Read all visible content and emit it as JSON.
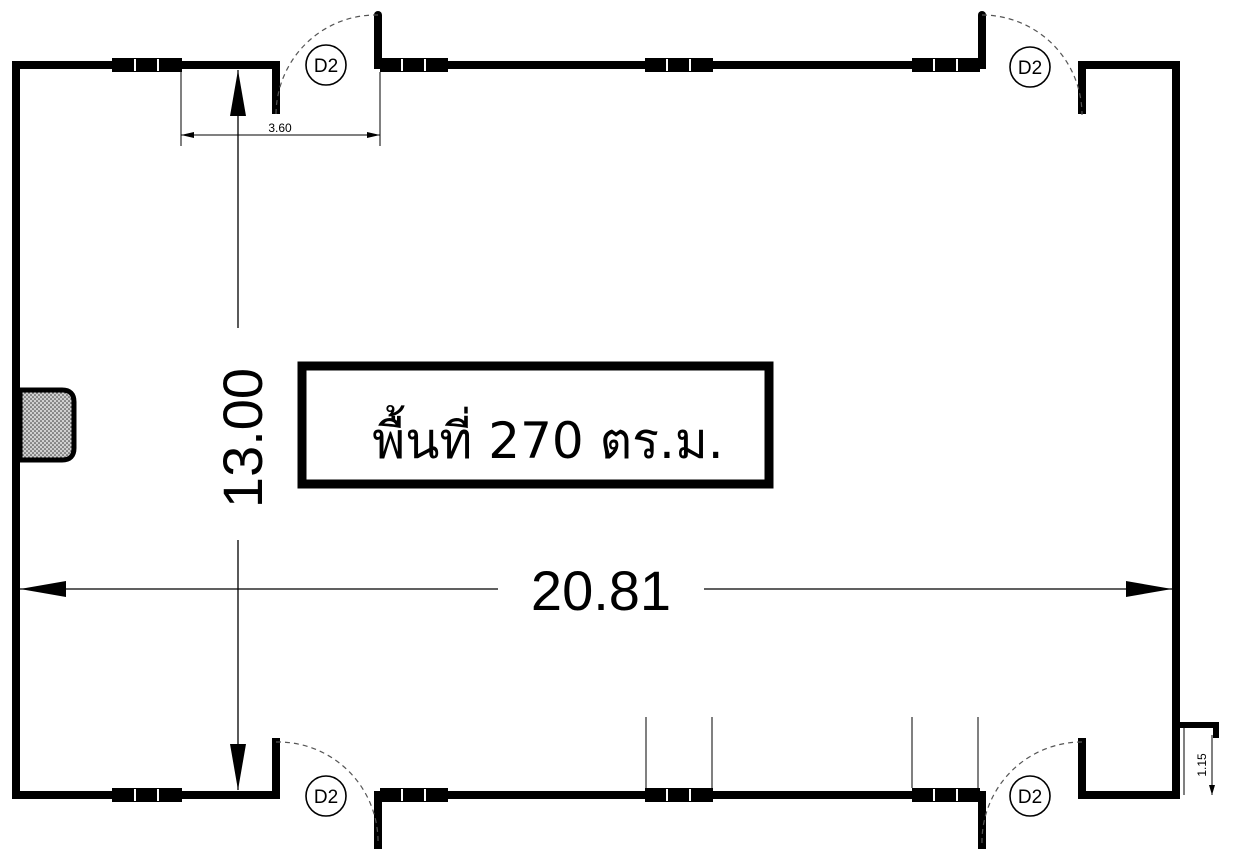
{
  "area_label": "พื้นที่ 270 ตร.ม.",
  "dimensions": {
    "width": "20.81",
    "depth": "13.00",
    "door_opening": "3.60",
    "side_offset": "1.15"
  },
  "door_tag": "D2",
  "colors": {
    "line": "#000000",
    "background": "#ffffff",
    "column_fill": "#bbbbbb"
  }
}
